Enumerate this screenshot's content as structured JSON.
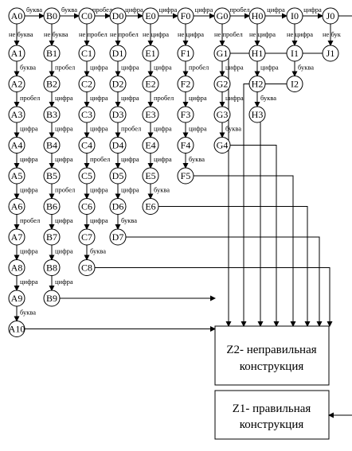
{
  "top_row": [
    {
      "name": "A0",
      "to_next": "буква",
      "down": "не буква"
    },
    {
      "name": "B0",
      "to_next": "буква",
      "down": "не буква"
    },
    {
      "name": "C0",
      "to_next": "пробел",
      "down": "не пробел"
    },
    {
      "name": "D0",
      "to_next": "цифра",
      "down": "не пробел"
    },
    {
      "name": "E0",
      "to_next": "цифра",
      "down": "не цифра"
    },
    {
      "name": "F0",
      "to_next": "цифра",
      "down": "не цифра"
    },
    {
      "name": "G0",
      "to_next": "пробел",
      "down": "не пробел"
    },
    {
      "name": "H0",
      "to_next": "цифра",
      "down": "не цифра"
    },
    {
      "name": "I0",
      "to_next": "цифра",
      "down": "не цифра"
    },
    {
      "name": "J0",
      "to_next": "",
      "down": "не бук"
    }
  ],
  "columns": [
    {
      "states": [
        "A1",
        "A2",
        "A3",
        "A4",
        "A5",
        "A6",
        "A7",
        "A8",
        "A9",
        "A10"
      ],
      "labels": [
        "буква",
        "пробел",
        "цифра",
        "цифра",
        "цифра",
        "пробел",
        "цифра",
        "цифра",
        "буква"
      ]
    },
    {
      "states": [
        "B1",
        "B2",
        "B3",
        "B4",
        "B5",
        "B6",
        "B7",
        "B8",
        "B9"
      ],
      "labels": [
        "пробел",
        "цифра",
        "цифра",
        "цифра",
        "пробел",
        "цифра",
        "цифра",
        "цифра"
      ]
    },
    {
      "states": [
        "C1",
        "C2",
        "C3",
        "C4",
        "C5",
        "C6",
        "C7",
        "C8"
      ],
      "labels": [
        "цифра",
        "цифра",
        "цифра",
        "пробел",
        "цифра",
        "цифра",
        "буква"
      ]
    },
    {
      "states": [
        "D1",
        "D2",
        "D3",
        "D4",
        "D5",
        "D6",
        "D7"
      ],
      "labels": [
        "цифра",
        "цифра",
        "пробел",
        "цифра",
        "цифра",
        "буква"
      ]
    },
    {
      "states": [
        "E1",
        "E2",
        "E3",
        "E4",
        "E5",
        "E6"
      ],
      "labels": [
        "цифра",
        "пробел",
        "цифра",
        "цифра",
        "буква"
      ]
    },
    {
      "states": [
        "F1",
        "F2",
        "F3",
        "F4",
        "F5"
      ],
      "labels": [
        "пробел",
        "цифра",
        "цифра",
        "буква"
      ]
    },
    {
      "states": [
        "G1",
        "G2",
        "G3",
        "G4"
      ],
      "labels": [
        "цифра",
        "цифра",
        "буква"
      ]
    },
    {
      "states": [
        "H1",
        "H2",
        "H3"
      ],
      "labels": [
        "цифра",
        "буква"
      ]
    },
    {
      "states": [
        "I1",
        "I2"
      ],
      "labels": [
        "буква"
      ]
    },
    {
      "states": [
        "J1"
      ],
      "labels": []
    }
  ],
  "z2_line1": "Z2- неправильная",
  "z2_line2": "конструкция",
  "z1_line1": "Z1- правильная",
  "z1_line2": "конструкция"
}
